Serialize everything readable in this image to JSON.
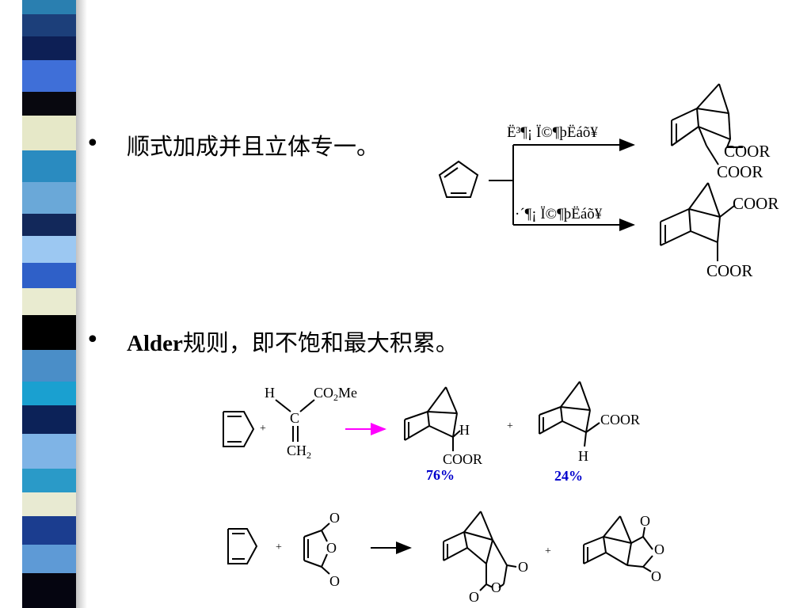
{
  "bullets": [
    {
      "marker": "•",
      "text": "顺式加成并且立体专一。"
    },
    {
      "marker": "•",
      "bold": "Alder",
      "text": "规则，即不饱和最大积累。"
    }
  ],
  "reaction1": {
    "top_arrow_label": "Ë³¶¡ Ï©¶þËáõ¥",
    "bottom_arrow_label": "·´¶¡ Ï©¶þËáõ¥",
    "top_product": {
      "sub1": "COOR",
      "sub2": "COOR"
    },
    "bottom_product": {
      "sub1": "COOR",
      "sub2": "COOR"
    }
  },
  "reaction2": {
    "plus1": "+",
    "plus2": "+",
    "dienophile": {
      "h": "H",
      "co2me": "CO",
      "co2me_sub": "2",
      "co2me_end": "Me",
      "c": "C",
      "ch2": "CH",
      "ch2_sub": "2"
    },
    "product_endo": {
      "h": "H",
      "coor": "COOR",
      "yield": "76%"
    },
    "product_exo": {
      "h": "H",
      "coor": "COOR",
      "yield": "24%"
    }
  },
  "reaction3": {
    "plus1": "+",
    "plus2": "+",
    "anhydride": {
      "o_top": "O",
      "o_ring": "O",
      "o_bottom": "O"
    },
    "product_endo": {
      "o1": "O",
      "o2": "O",
      "o3": "O"
    },
    "product_exo": {
      "o1": "O",
      "o2": "O",
      "o3": "O"
    }
  },
  "colors": {
    "arrow_magenta": "#ff00ff",
    "yield_blue": "#0000cc"
  }
}
